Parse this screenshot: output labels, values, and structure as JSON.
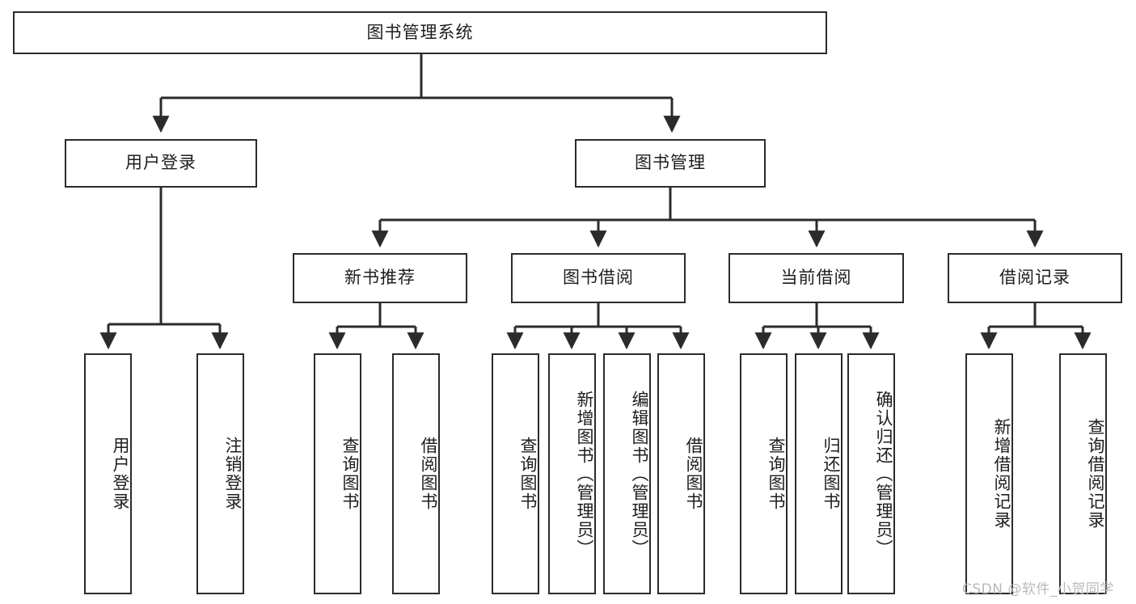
{
  "diagram": {
    "type": "hierarchy-tree",
    "title": "图书管理系统",
    "watermark": "CSDN @软件_小贺同学",
    "colors": {
      "stroke": "#2b2b2b",
      "fill": "#ffffff",
      "text": "#1d1d1d",
      "watermark": "#b9b9b9"
    },
    "levels": [
      {
        "level": 1,
        "nodes": [
          {
            "id": "root",
            "label": "图书管理系统",
            "orientation": "horizontal"
          }
        ]
      },
      {
        "level": 2,
        "nodes": [
          {
            "id": "user-login",
            "label": "用户登录",
            "orientation": "horizontal",
            "parent": "root"
          },
          {
            "id": "book-manage",
            "label": "图书管理",
            "orientation": "horizontal",
            "parent": "root"
          }
        ]
      },
      {
        "level": 3,
        "nodes": [
          {
            "id": "new-book-rec",
            "label": "新书推荐",
            "orientation": "horizontal",
            "parent": "book-manage"
          },
          {
            "id": "book-borrow",
            "label": "图书借阅",
            "orientation": "horizontal",
            "parent": "book-manage"
          },
          {
            "id": "current-borrow",
            "label": "当前借阅",
            "orientation": "horizontal",
            "parent": "book-manage"
          },
          {
            "id": "borrow-record",
            "label": "借阅记录",
            "orientation": "horizontal",
            "parent": "book-manage"
          }
        ]
      },
      {
        "level": 4,
        "nodes": [
          {
            "id": "leaf-1",
            "label": "用户登录",
            "orientation": "vertical",
            "parent": "user-login"
          },
          {
            "id": "leaf-2",
            "label": "注销登录",
            "orientation": "vertical",
            "parent": "user-login"
          },
          {
            "id": "leaf-3",
            "label": "查询图书",
            "orientation": "vertical",
            "parent": "new-book-rec"
          },
          {
            "id": "leaf-4",
            "label": "借阅图书",
            "orientation": "vertical",
            "parent": "new-book-rec"
          },
          {
            "id": "leaf-5",
            "label": "查询图书",
            "orientation": "vertical",
            "parent": "book-borrow"
          },
          {
            "id": "leaf-6",
            "label": "新增图书（管理员）",
            "orientation": "vertical",
            "parent": "book-borrow"
          },
          {
            "id": "leaf-7",
            "label": "编辑图书（管理员）",
            "orientation": "vertical",
            "parent": "book-borrow"
          },
          {
            "id": "leaf-8",
            "label": "借阅图书",
            "orientation": "vertical",
            "parent": "book-borrow"
          },
          {
            "id": "leaf-9",
            "label": "查询图书",
            "orientation": "vertical",
            "parent": "current-borrow"
          },
          {
            "id": "leaf-10",
            "label": "归还图书",
            "orientation": "vertical",
            "parent": "current-borrow"
          },
          {
            "id": "leaf-11",
            "label": "确认归还（管理员）",
            "orientation": "vertical",
            "parent": "current-borrow"
          },
          {
            "id": "leaf-12",
            "label": "新增借阅记录",
            "orientation": "vertical",
            "parent": "borrow-record"
          },
          {
            "id": "leaf-13",
            "label": "查询借阅记录",
            "orientation": "vertical",
            "parent": "borrow-record"
          }
        ]
      }
    ]
  }
}
